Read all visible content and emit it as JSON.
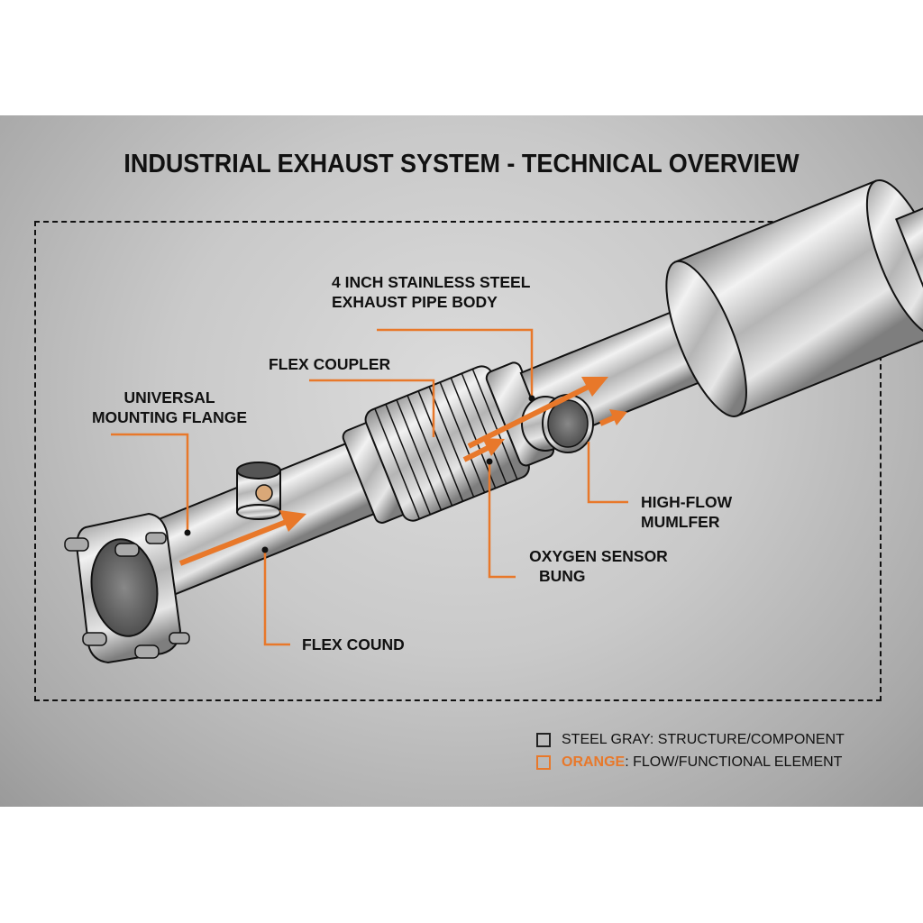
{
  "title": "INDUSTRIAL EXHAUST SYSTEM - TECHNICAL OVERVIEW",
  "colors": {
    "accent_orange": "#e8782a",
    "steel_gray": "#b8b8b8",
    "outline": "#111111",
    "background_panel": "#c9c9c9"
  },
  "callouts": {
    "pipe_body": {
      "line1": "4 INCH STAINLESS STEEL",
      "line2": "EXHAUST PIPE BODY"
    },
    "flex_coupler": {
      "line1": "FLEX COUPLER"
    },
    "mounting_flange": {
      "line1": "UNIVERSAL",
      "line2": "MOUNTING FLANGE"
    },
    "muffler": {
      "line1": "HIGH-FLOW",
      "line2": "MUMLFER"
    },
    "oxygen_sensor": {
      "line1": "OXYGEN SENSOR",
      "line2": "BUNG"
    },
    "flex_cound": {
      "line1": "FLEX COUND"
    }
  },
  "legend": {
    "items": [
      {
        "swatch": "steel-gray",
        "label": "STEEL GRAY: STRUCTURE/COMPONENT"
      },
      {
        "swatch": "orange",
        "key": "ORANGE",
        "rest": ": FLOW/FUNCTIONAL ELEMENT"
      }
    ]
  },
  "icons": {
    "flow_arrow": "flow-arrow-icon",
    "legend_swatch": "square-outline"
  }
}
